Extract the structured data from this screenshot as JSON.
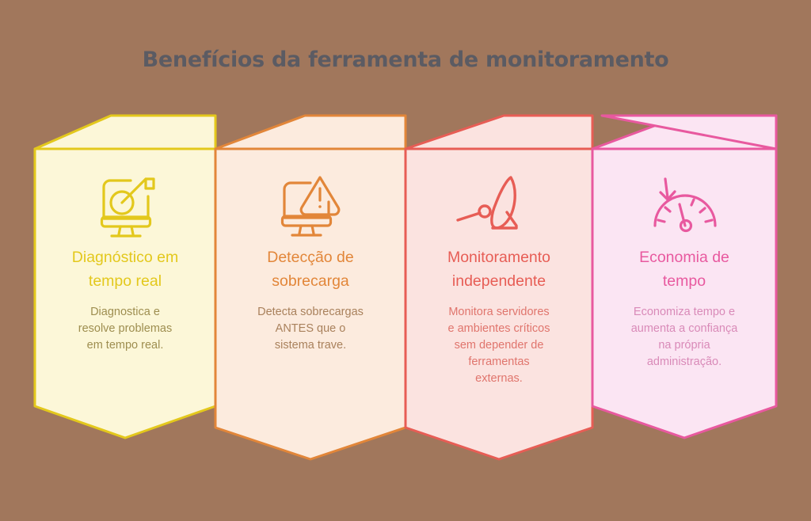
{
  "page": {
    "title": "Benefícios da ferramenta de monitoramento",
    "background_color": "#A1775C",
    "title_color": "#5B5B63"
  },
  "cards": [
    {
      "id": "diagnostico-tempo-real",
      "icon": "monitor-target-dart-icon",
      "title": "Diagnóstico em\ntempo real",
      "body": "Diagnostica e\nresolve problemas\nem tempo real.",
      "accent_color": "#E3C81C",
      "fill_color": "#FCF7D8",
      "title_color": "#E3C81C",
      "body_color": "#9E8E50"
    },
    {
      "id": "deteccao-sobrecarga",
      "icon": "monitor-warning-icon",
      "title": "Detecção de\nsobrecarga",
      "body": "Detecta sobrecargas\nANTES que o\nsistema trave.",
      "accent_color": "#E28639",
      "fill_color": "#FCEBDE",
      "title_color": "#E28639",
      "body_color": "#A9815C"
    },
    {
      "id": "monitoramento-independente",
      "icon": "satellite-dish-icon",
      "title": "Monitoramento\nindependente",
      "body": "Monitora servidores\ne ambientes críticos\nsem depender de\nferramentas\nexternas.",
      "accent_color": "#E75D55",
      "fill_color": "#FBE3E0",
      "title_color": "#E75D55",
      "body_color": "#E0756D"
    },
    {
      "id": "economia-de-tempo",
      "icon": "gauge-speed-arrow-icon",
      "title": "Economia de\ntempo",
      "body": "Economiza tempo e\naumenta a confiança\nna própria\nadministração.",
      "accent_color": "#E8599F",
      "fill_color": "#FBE5F3",
      "title_color": "#E8599F",
      "body_color": "#D98AB8"
    }
  ]
}
